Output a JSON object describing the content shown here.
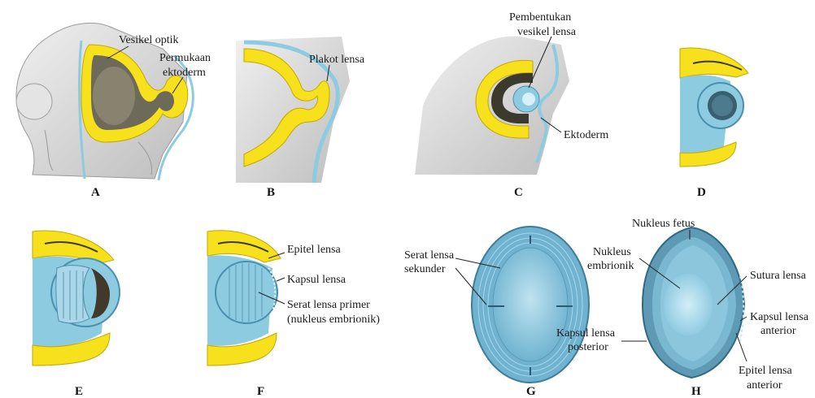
{
  "colors": {
    "yellow": "#f6e11c",
    "lens_blue": "#8ccbe0",
    "dark_blue": "#4a8fb0",
    "ectoderm": "#a9d3e6",
    "gray": "#d4d4d4",
    "dark": "#505040"
  },
  "panels": [
    {
      "letter": "A",
      "labels": [
        "Vesikel optik",
        "Permukaan",
        "ektoderm"
      ]
    },
    {
      "letter": "B",
      "labels": [
        "Plakot lensa"
      ]
    },
    {
      "letter": "C",
      "labels": [
        "Pembentukan",
        "vesikel lensa",
        "Ektoderm"
      ]
    },
    {
      "letter": "D",
      "labels": []
    },
    {
      "letter": "E",
      "labels": []
    },
    {
      "letter": "F",
      "labels": [
        "Epitel lensa",
        "Kapsul lensa",
        "Serat lensa primer",
        "(nukleus embrionik)"
      ]
    },
    {
      "letter": "G",
      "labels": [
        "Serat lensa",
        "sekunder"
      ]
    },
    {
      "letter": "H",
      "labels": [
        "Nukleus fetus",
        "Nukleus",
        "embrionik",
        "Sutura lensa",
        "Kapsul lensa",
        "anterior",
        "Kapsul lensa",
        "posterior",
        "Epitel lensa",
        "anterior"
      ]
    }
  ]
}
